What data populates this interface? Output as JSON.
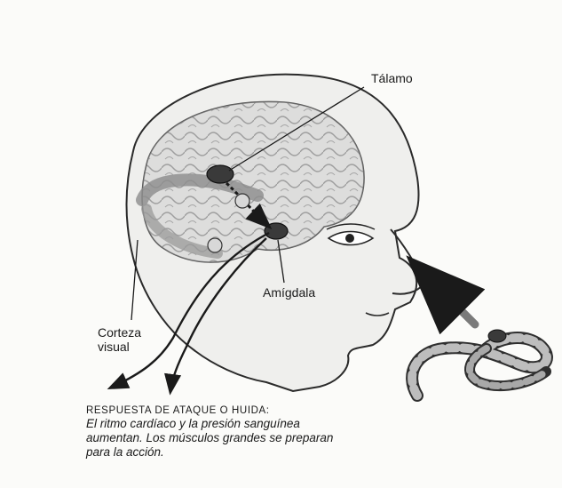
{
  "labels": {
    "thalamus": "Tálamo",
    "amygdala": "Amígdala",
    "visual_cortex": "Corteza\nvisual"
  },
  "caption": {
    "title": "Respuesta de ataque o huida:",
    "body": "El ritmo cardíaco y la presión sanguínea\naumentan. Los músculos grandes se preparan\npara la acción."
  },
  "icons": [
    "head-profile",
    "brain",
    "eye",
    "snake",
    "arrow"
  ],
  "colors": {
    "ink": "#1a1a1a",
    "brain_gray": "#c9c9c9",
    "skin": "#f1f1f1",
    "node": "#3a3a3a"
  }
}
